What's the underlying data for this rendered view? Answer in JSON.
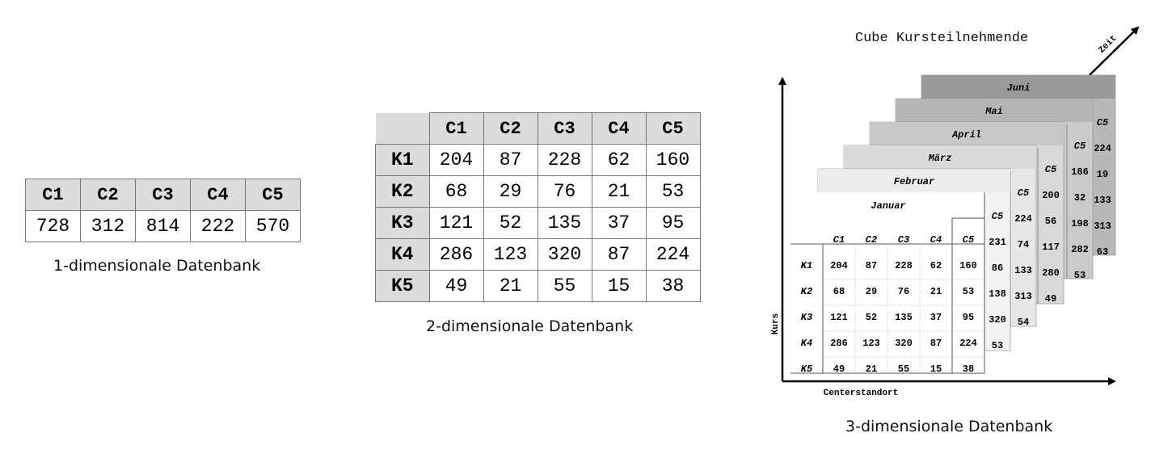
{
  "table1d": {
    "headers": [
      "C1",
      "C2",
      "C3",
      "C4",
      "C5"
    ],
    "values": [
      "728",
      "312",
      "814",
      "222",
      "570"
    ],
    "caption": "1-dimensionale Datenbank"
  },
  "table2d": {
    "headers": [
      "C1",
      "C2",
      "C3",
      "C4",
      "C5"
    ],
    "rows": [
      {
        "label": "K1",
        "values": [
          "204",
          "87",
          "228",
          "62",
          "160"
        ]
      },
      {
        "label": "K2",
        "values": [
          "68",
          "29",
          "76",
          "21",
          "53"
        ]
      },
      {
        "label": "K3",
        "values": [
          "121",
          "52",
          "135",
          "37",
          "95"
        ]
      },
      {
        "label": "K4",
        "values": [
          "286",
          "123",
          "320",
          "87",
          "224"
        ]
      },
      {
        "label": "K5",
        "values": [
          "49",
          "21",
          "55",
          "15",
          "38"
        ]
      }
    ],
    "caption": "2-dimensionale Datenbank"
  },
  "cube": {
    "title": "Cube Kursteilnehmende",
    "axis_time": "Zeit",
    "axis_course": "Kurs",
    "axis_center": "Centerstandort",
    "caption": "3-dimensionale Datenbank",
    "front_month": "Januar",
    "back_months": [
      "Juni",
      "Mai",
      "April",
      "März",
      "Februar"
    ],
    "headers": [
      "C1",
      "C2",
      "C3",
      "C4",
      "C5"
    ],
    "row_labels": [
      "K1",
      "K2",
      "K3",
      "K4",
      "K5"
    ],
    "front_values": [
      [
        "204",
        "87",
        "228",
        "62",
        "160"
      ],
      [
        "68",
        "29",
        "76",
        "21",
        "53"
      ],
      [
        "121",
        "52",
        "135",
        "37",
        "95"
      ],
      [
        "286",
        "123",
        "320",
        "87",
        "224"
      ],
      [
        "49",
        "21",
        "55",
        "15",
        "38"
      ]
    ],
    "side_headers": [
      "C5",
      "C5",
      "C5",
      "C5",
      "C5"
    ],
    "side_columns": [
      [
        "231",
        "86",
        "138",
        "320",
        "53"
      ],
      [
        "224",
        "74",
        "133",
        "313",
        "54"
      ],
      [
        "200",
        "56",
        "117",
        "280",
        "49"
      ],
      [
        "186",
        "32",
        "198",
        "282",
        "53"
      ],
      [
        "224",
        "19",
        "133",
        "313",
        "63"
      ]
    ]
  }
}
